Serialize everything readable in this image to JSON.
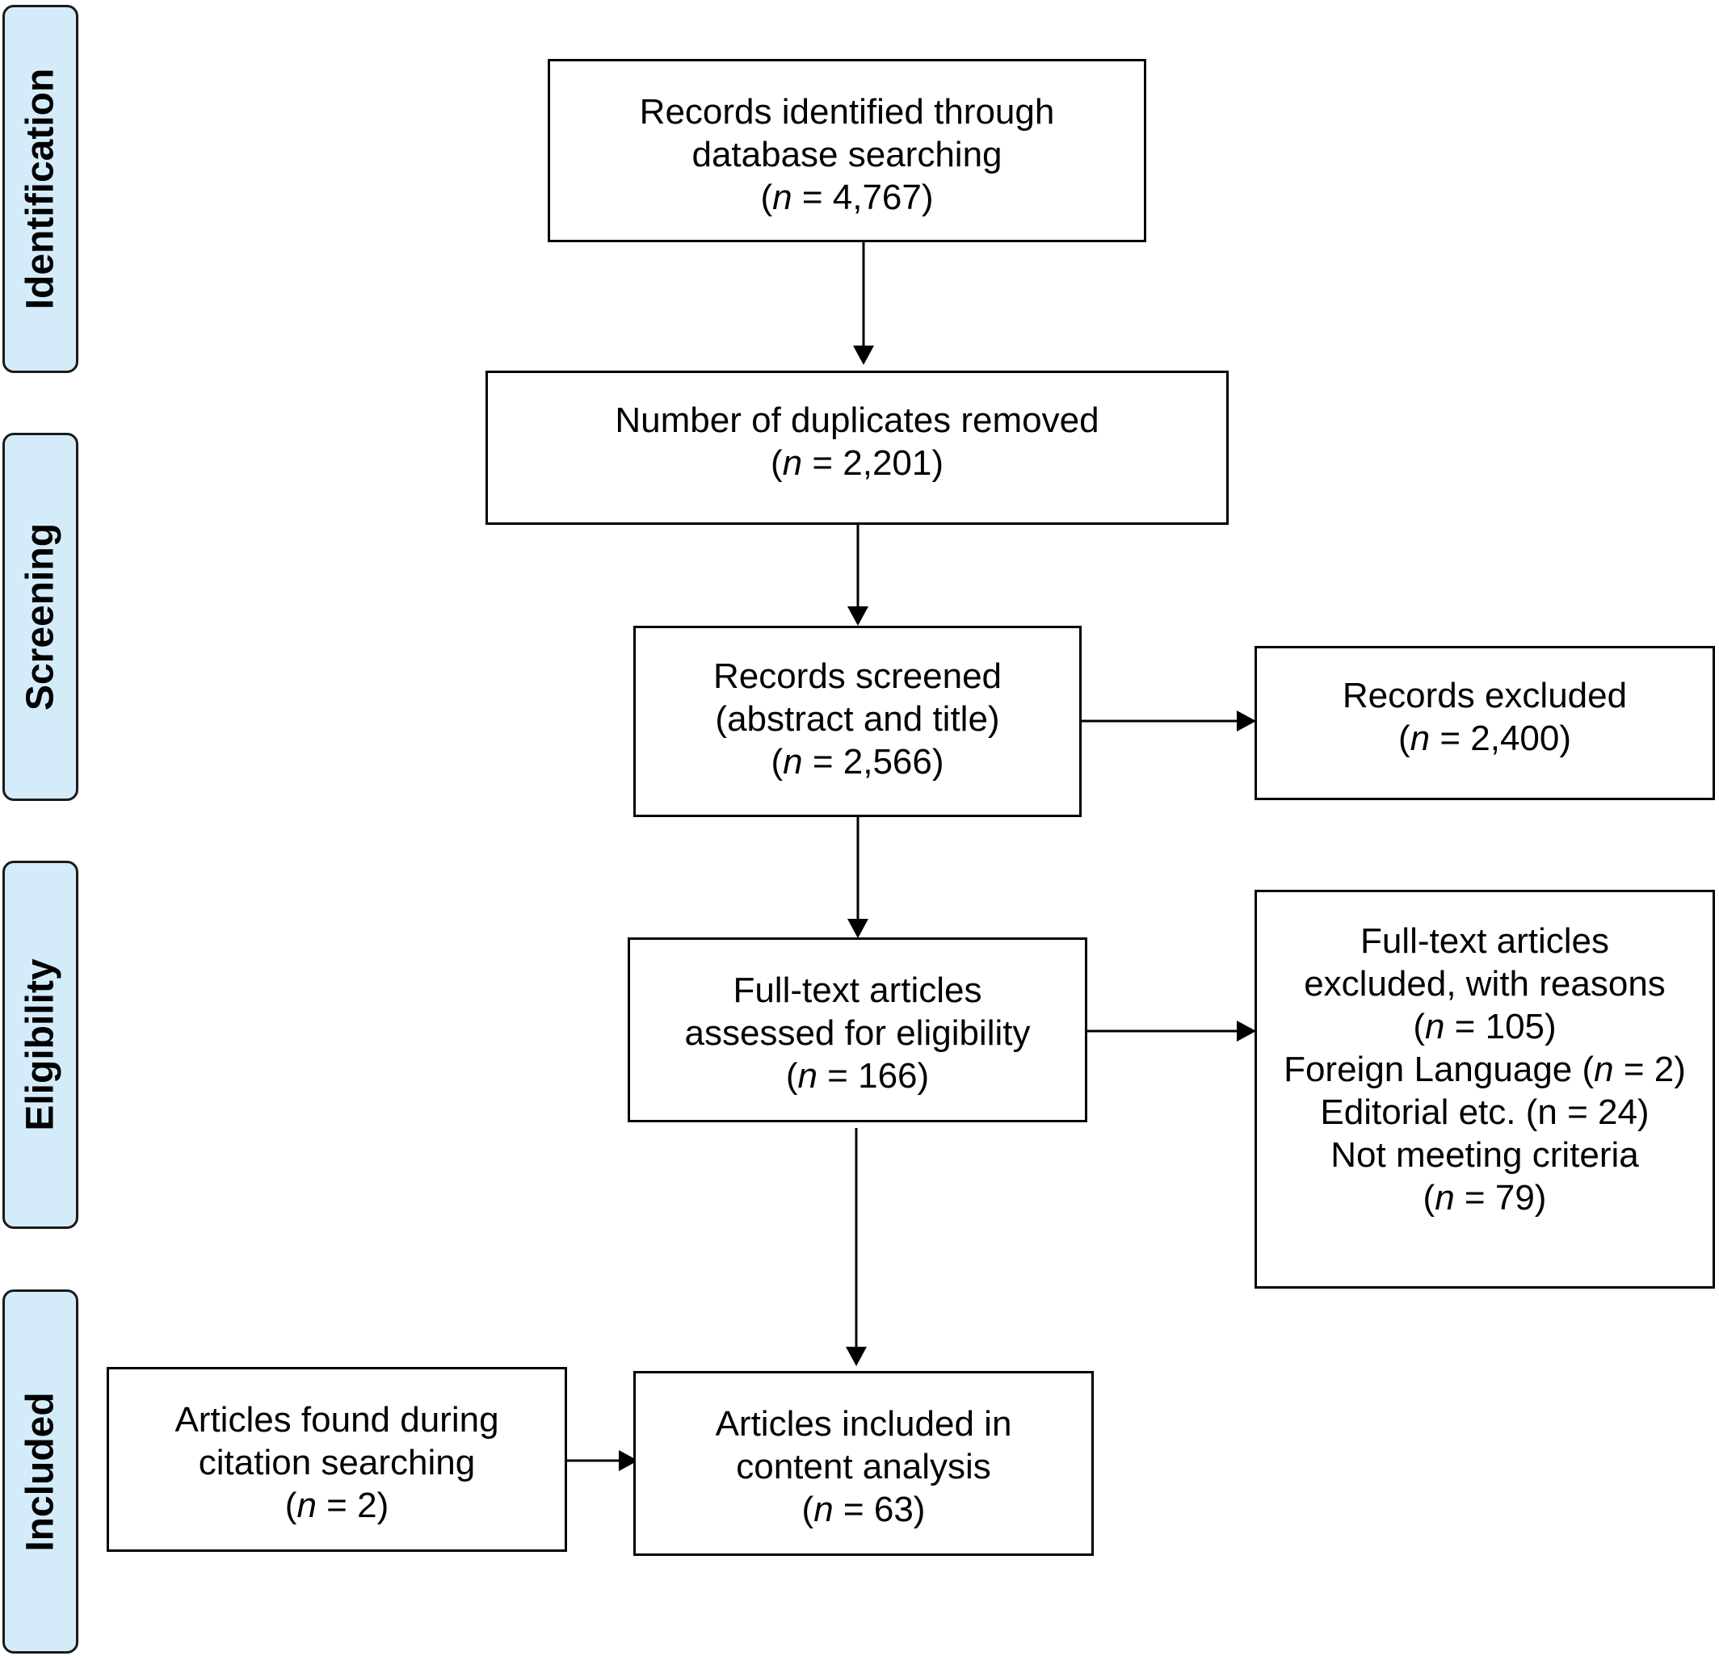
{
  "phases": {
    "identification": "Identification",
    "screening": "Screening",
    "eligibility": "Eligibility",
    "included": "Included"
  },
  "boxes": {
    "identified": {
      "lines": [
        "Records identified through",
        "database searching"
      ],
      "n": "4,767"
    },
    "duplicates": {
      "lines": [
        "Number of duplicates removed"
      ],
      "n": "2,201"
    },
    "screened": {
      "lines": [
        "Records screened",
        "(abstract and title)"
      ],
      "n": "2,566"
    },
    "excluded": {
      "lines": [
        "Records excluded"
      ],
      "n": "2,400"
    },
    "fulltext_assessed": {
      "lines": [
        "Full-text articles",
        "assessed for eligibility"
      ],
      "n": "166"
    },
    "fulltext_excluded": {
      "lines": [
        "Full-text articles",
        "excluded, with reasons"
      ],
      "n": "105",
      "reasons": {
        "foreign_prefix": "Foreign Language (",
        "foreign_n": "2",
        "editorial": "Editorial etc. (n = 24)",
        "not_meeting": "Not meeting criteria",
        "not_meeting_n": "79"
      }
    },
    "citation": {
      "lines": [
        "Articles found during",
        "citation searching"
      ],
      "n": "2"
    },
    "included": {
      "lines": [
        "Articles included in",
        "content analysis"
      ],
      "n": "63"
    }
  },
  "n_label": "n",
  "eq": " = "
}
